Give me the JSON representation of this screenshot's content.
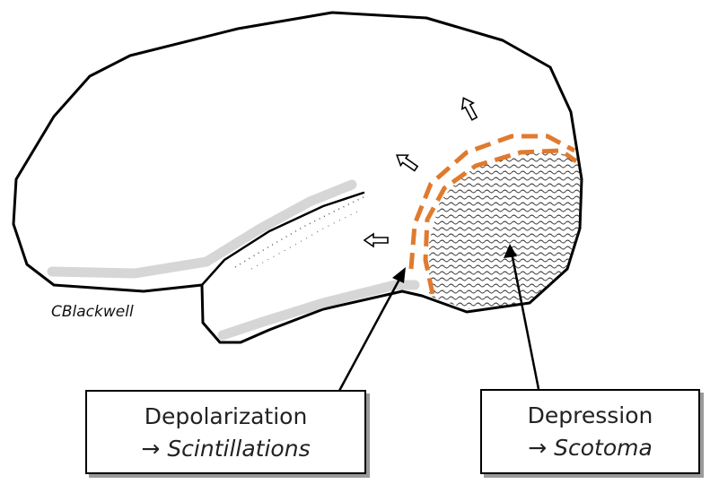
{
  "credit": "CBlackwell",
  "labels": {
    "depolarization": {
      "title": "Depolarization",
      "arrow": "→",
      "effect": "Scintillations"
    },
    "depression": {
      "title": "Depression",
      "arrow": "→",
      "effect": "Scotoma"
    }
  },
  "colors": {
    "wave_front": "#e07a2e",
    "outline": "#000000",
    "sulcus_shadow": "#d6d6d6",
    "box_shadow": "#9a9a9a"
  },
  "icons": [
    "spread-arrow-icon",
    "spread-arrow-icon",
    "spread-arrow-icon"
  ]
}
